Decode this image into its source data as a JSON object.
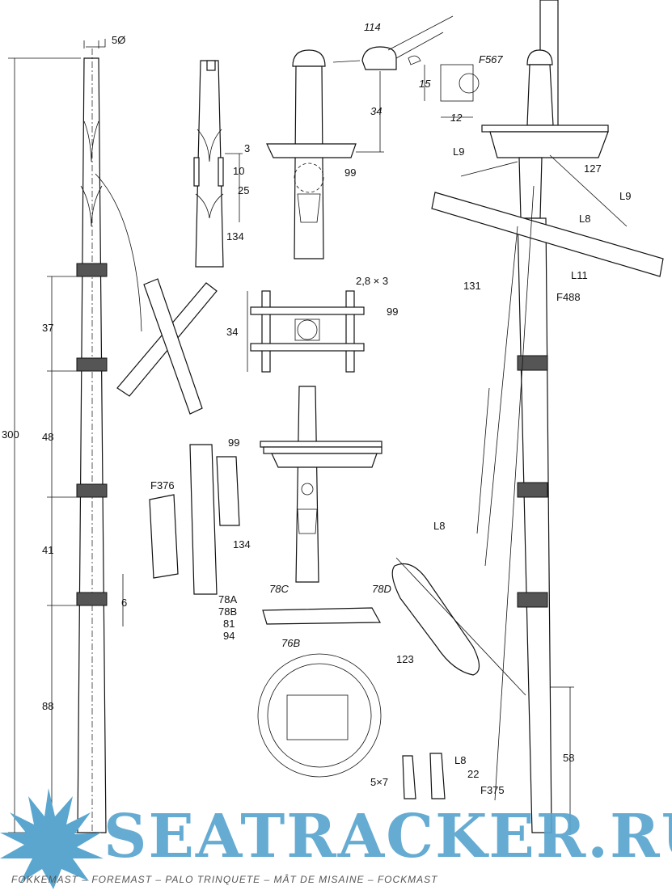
{
  "title_caption": "FOKKEMAST – FOREMAST – PALO TRINQUETE – MÂT DE MISAINE – FOCKMAST",
  "watermark": "SEATRACKER.RU",
  "left_mast": {
    "top_dim": "5Ø",
    "total": "300",
    "sections": [
      "37",
      "48",
      "41",
      "6",
      "88"
    ]
  },
  "detail_top": {
    "d3": "3",
    "d10": "10",
    "d25": "25",
    "part": "134"
  },
  "detail_cap": {
    "part_cap": "114",
    "height": "34",
    "part_top": "99",
    "fitting": "F567",
    "h15": "15",
    "w12": "12"
  },
  "detail_frame": {
    "size": "2,8 × 3",
    "height": "34",
    "part": "99"
  },
  "detail_joint": {
    "part_a": "99",
    "fitting": "F376",
    "part_b": "134"
  },
  "detail_top_platform": {
    "labels": [
      "78C",
      "78D",
      "78A",
      "78B",
      "81",
      "94",
      "76B"
    ]
  },
  "right_mast": {
    "labels": [
      "L9",
      "127",
      "L9",
      "L8",
      "L11",
      "131",
      "F488",
      "L8",
      "123",
      "58",
      "L8",
      "22",
      "5×7",
      "F375"
    ]
  },
  "colors": {
    "ink": "#111111",
    "watermark": "#5aa6cf"
  }
}
